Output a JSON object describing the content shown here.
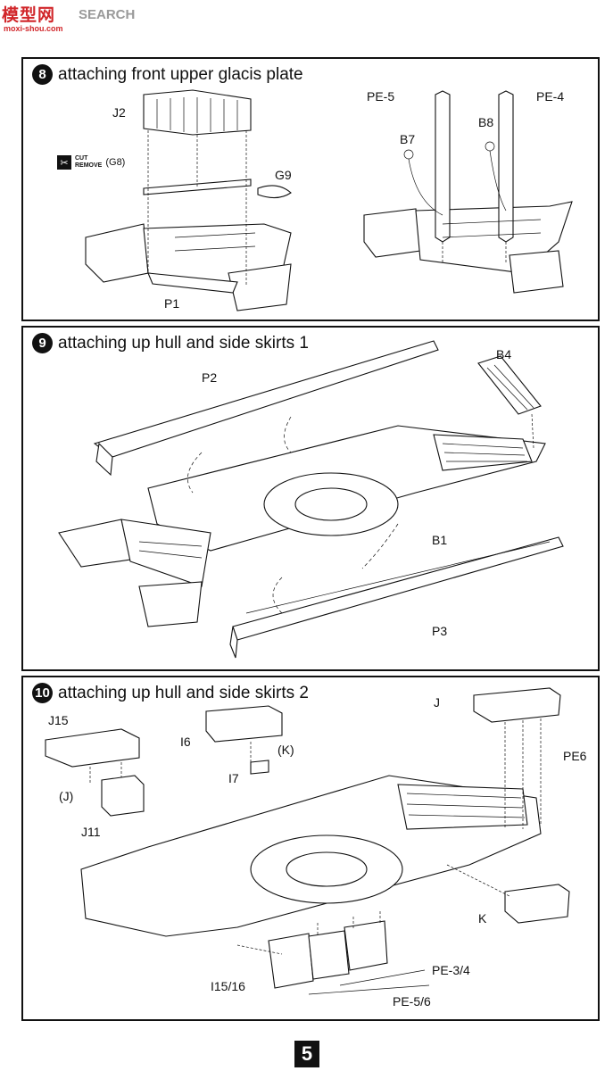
{
  "watermark": {
    "logo": "模型网",
    "brand": "SEARCH",
    "url": "moxi-shou.com"
  },
  "step8": {
    "number": "8",
    "title": "attaching front upper glacis plate",
    "cut_remove": {
      "cut": "CUT",
      "remove": "REMOVE",
      "part": "(G8)"
    },
    "labels": [
      "J2",
      "G9",
      "P1",
      "PE-5",
      "PE-4",
      "B7",
      "B8"
    ]
  },
  "step9": {
    "number": "9",
    "title": "attaching up hull and side skirts 1",
    "labels": [
      "P2",
      "B4",
      "B1",
      "P3"
    ]
  },
  "step10": {
    "number": "10",
    "title": "attaching up hull and side skirts 2",
    "labels": [
      "J15",
      "I6",
      "(K)",
      "I7",
      "(J)",
      "J11",
      "J",
      "PE6",
      "K",
      "PE-3/4",
      "I15/16",
      "PE-5/6"
    ]
  },
  "page_number": "5"
}
